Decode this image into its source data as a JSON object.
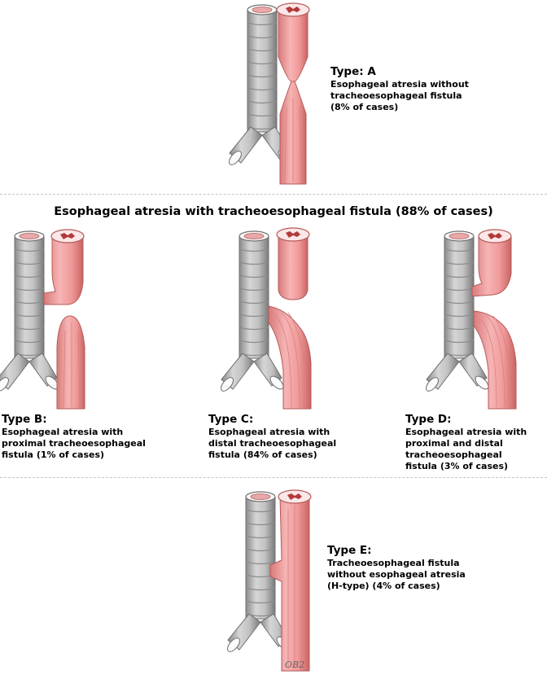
{
  "heading": "Esophageal atresia with tracheoesophageal fistula (88% of cases)",
  "signature": "OB2",
  "types": {
    "a": {
      "title": "Type: A",
      "lines": [
        "Esophageal atresia without",
        "tracheoesophageal fistula",
        "(8% of cases)"
      ]
    },
    "b": {
      "title": "Type B:",
      "lines": [
        "Esophageal atresia with",
        "proximal tracheoesophageal",
        "fistula (1% of cases)"
      ]
    },
    "c": {
      "title": "Type C:",
      "lines": [
        "Esophageal atresia with",
        "distal tracheoesophageal",
        "fistula (84% of cases)"
      ]
    },
    "d": {
      "title": "Type D:",
      "lines": [
        "Esophageal atresia with",
        "proximal and distal",
        "tracheoesophageal",
        "fistula (3% of cases)"
      ]
    },
    "e": {
      "title": "Type E:",
      "lines": [
        "Tracheoesophageal fistula",
        "without esophageal atresia",
        "(H-type) (4% of cases)"
      ]
    }
  },
  "colors": {
    "trachea": "#b9b9b9",
    "trachea_dark": "#7e7e7e",
    "esophagus": "#f0a0a0",
    "esophagus_dark": "#cf6f6f",
    "divider": "#c4c4c4"
  }
}
